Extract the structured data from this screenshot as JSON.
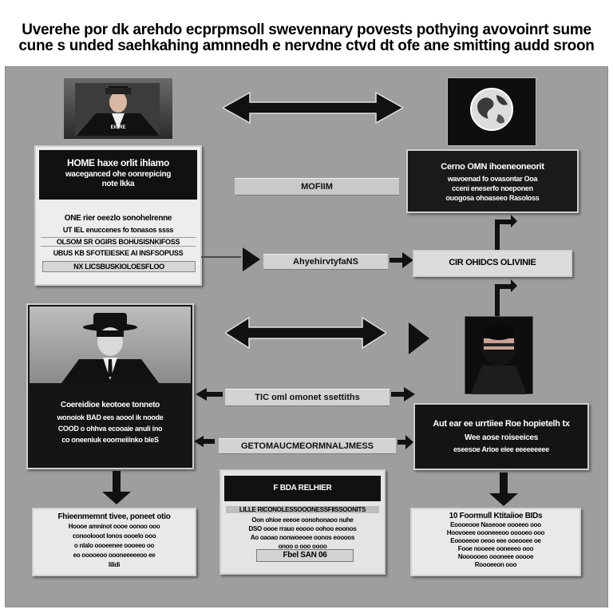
{
  "header": {
    "title_line1": "Uverehe por dk arehdo ecprpmsoll swevennary povests pothying avovoinrt sume",
    "title_line2": "cune s unded saehkahing amnnedh e nervdne ctvd dt ofe ane smitting audd sroon"
  },
  "top_left_card": {
    "heading": [
      "HOME haxe orlit ihlamo",
      "waceganced ohe oonrepicing",
      "note lkka"
    ],
    "rows": [
      "ONE rier oeezlo sonohelrenne",
      "UT IEL enuccenes fo tonasos ssss",
      "OLSOM SR OGIRS BOHUSISNKIFOSS",
      "UBUS KB SFOTEIESKE AI INSFSOPUSS"
    ],
    "footer": "NX LICSBUSKIOLOESFLOO"
  },
  "top_right_card": {
    "lines": [
      "Cerno OMN ihoeneoneorit",
      "wavoenad fo ovasontar Ooa",
      "cceni eneserfo noeponen",
      "ouogosa ohoaseeo Rasoloss"
    ]
  },
  "middle_arrow_label": "MOFIIM",
  "middle_bar_label": "AhyehirvtyfaNS",
  "right_bar_label": "CIR OHIDCS OLIVINIE",
  "lower_bar1_label": "TIC oml omonet ssettiths",
  "lower_bar2_label": "GETOMAUCMEORMNALJMESS",
  "lower_left_card": {
    "lines": [
      "Coereidioe keotoee tonneto",
      "wonoiok BAD ees aoool ik noode",
      "COOD o ohhva ecooaie anuli ino",
      "co oneeniuk eoorneiiinko bleS"
    ]
  },
  "lower_right_card": {
    "lines": [
      "Aut ear ee urrtiiee Roe hopietelh tx",
      "Wee aose roiseeices",
      "eseesoe Arioe eiee eeeeeeeee"
    ]
  },
  "bottom_center_card": {
    "heading": "F BDA RELHIER",
    "lines": [
      "LILLE RICONOLESSOOONESSFIISSOONITS",
      "Oon ohioe eeeoe oonohonaoo nuhe",
      "DSO oooe rrauo eoooo oohoo eoonos",
      "Ao oaoao nonwoeoee oonos eoooos",
      "onoo o ooo oooo"
    ],
    "footer": "Fbel SAN 06"
  },
  "bottom_left_note": {
    "lines": [
      "Fhieenmemnt tivee, poneet otio",
      "Hoooe amninot oooe oonoo ooo",
      "conoolooot lonos oooelo ooo",
      "o nlalo oooeenee oooeeo oo",
      "eo ooooeoo oooneeeeeoo ee",
      "lilidi"
    ]
  },
  "bottom_right_note": {
    "lines": [
      "10 Foormull Ktitaiioe BIDs",
      "Eoooeooe Naseooe oooeeo ooo",
      "Hoovoeee oooneeeoo ooooeo ooo",
      "Eoooeeoe oeoo eee ooeooee oe",
      "Fooe nooeee ooneeeo ooo",
      "Noooooeo oooneee ooooe",
      "Roooeeon ooo"
    ]
  },
  "icons": [
    "agent-silhouette-icon",
    "globe-icon",
    "double-arrow-icon",
    "right-arrow-icon",
    "down-arrow-icon",
    "elbow-arrow-icon",
    "masked-figure-icon"
  ],
  "colors": {
    "panel": "#9e9e9e",
    "dark": "#111111",
    "card": "#ededed",
    "bar": "#d3d3d3",
    "title": "#000000"
  }
}
